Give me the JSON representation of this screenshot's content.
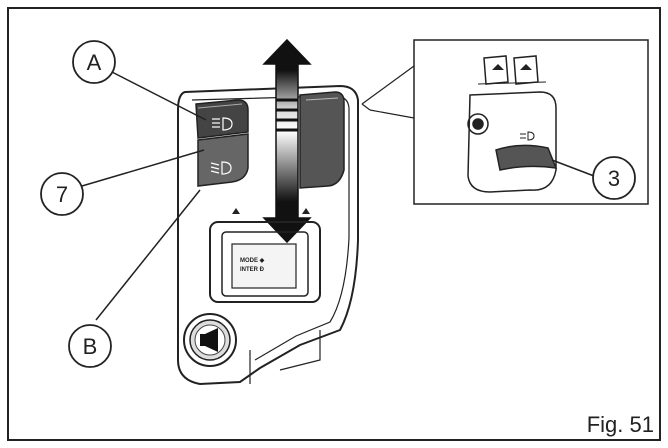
{
  "callouts": {
    "a": "A",
    "seven": "7",
    "b": "B",
    "three": "3"
  },
  "mode_button": {
    "line1": "MODE ◆",
    "line2": "INTER Ð"
  },
  "caption": "Fig. 51"
}
